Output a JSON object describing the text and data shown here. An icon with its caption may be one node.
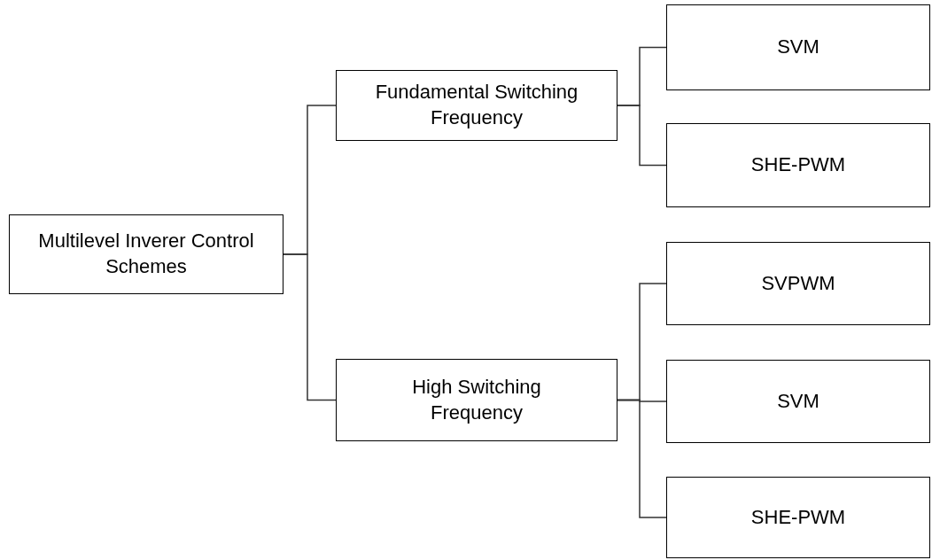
{
  "diagram": {
    "nodes": [
      {
        "text": [
          "Multilevel Inverer Control Schemes"
        ]
      },
      {
        "text": [
          "Fundamental Switching Frequency"
        ]
      },
      {
        "text": [
          "High Switching Frequency"
        ]
      },
      {
        "text": [
          "SVM"
        ]
      },
      {
        "text": [
          "SHE-PWM"
        ]
      },
      {
        "text": [
          "SVPWM"
        ]
      },
      {
        "text": [
          "SVM"
        ]
      },
      {
        "text": [
          "SHE-PWM"
        ]
      }
    ],
    "edges": [
      {
        "from": 0,
        "to": 1,
        "arrow": "none"
      },
      {
        "from": 0,
        "to": 2,
        "arrow": "none"
      },
      {
        "from": 1,
        "to": 3,
        "arrow": "none"
      },
      {
        "from": 1,
        "to": 4,
        "arrow": "none"
      },
      {
        "from": 2,
        "to": 5,
        "arrow": "none"
      },
      {
        "from": 2,
        "to": 6,
        "arrow": "none"
      },
      {
        "from": 2,
        "to": 7,
        "arrow": "none"
      }
    ]
  }
}
